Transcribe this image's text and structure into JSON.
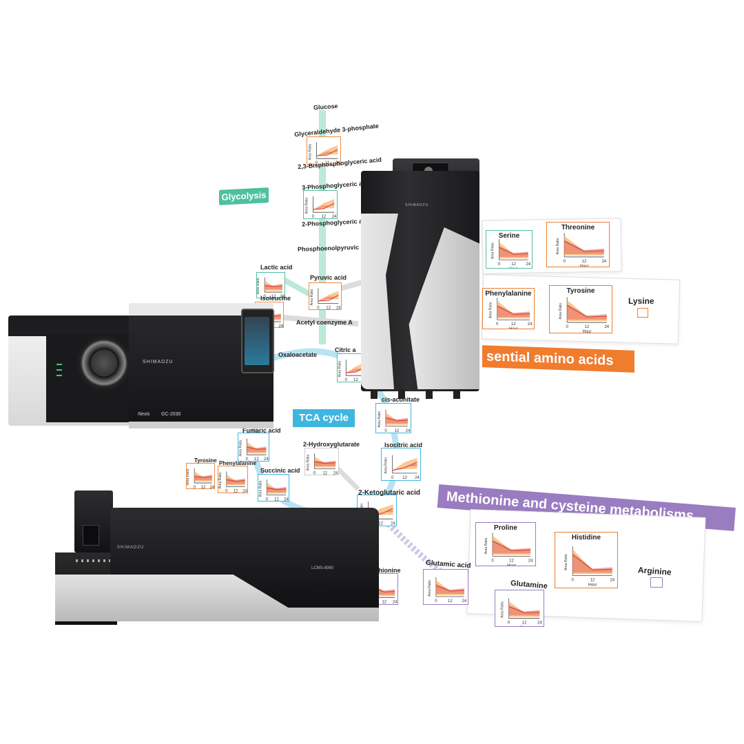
{
  "banners": {
    "glycolysis": "Glycolysis",
    "tca": "TCA cycle",
    "essential": "sential amino acids",
    "methionine": "Methionine and cysteine metabolisms"
  },
  "pathway_labels": {
    "glucose": "Glucose",
    "g3p": "Glyceraldehyde 3-phosphate",
    "bpg": "2,3-Bisphosphoglyceric acid",
    "pg3": "3-Phosphoglyceric acid",
    "pg2": "2-Phosphoglyceric acid",
    "pep": "Phosphoenolpyruvic acid",
    "lactic": "Lactic acid",
    "isoleucine": "Isoleucine",
    "pyruvic": "Pyruvic acid",
    "acetyl": "Acetyl coenzyme A",
    "oxaloacetate": "Oxaloacetate",
    "citric": "Citric a",
    "cisaconitate": "cis-aconitate",
    "fumaric": "Fumaric acid",
    "tyrosine_small": "Tyrosine",
    "phenylalanine_small": "Phenylalanine",
    "succinic": "Succinic acid",
    "hydroxyglutarate": "2-Hydroxyglutarate",
    "isocitric": "Isocitric acid",
    "ketoglutaric": "2-Ketoglutaric acid",
    "methionine": "Methionine",
    "glutamic": "Glutamic acid",
    "glutamine": "Glutamine"
  },
  "plots": {
    "serine": "Serine",
    "threonine": "Threonine",
    "phenylalanine": "Phenylalanine",
    "tyrosine": "Tyrosine",
    "lysine": "Lysine",
    "proline": "Proline",
    "histidine": "Histidine",
    "arginine": "Arginine"
  },
  "axis": {
    "ylabel": "Area Ratio",
    "xlabel": "Hour",
    "xticks": [
      "0",
      "12",
      "24"
    ]
  },
  "instruments": {
    "gc_brand": "SHIMADZU",
    "gc_model": "GC-2030",
    "gc_series": "Nexis",
    "lc_brand": "SHIMADZU",
    "lc_model": "LCMS-8060",
    "tower_brand": "SHIMADZU"
  },
  "colors": {
    "glycolysis": "#4fbf9f",
    "tca": "#3fb6e0",
    "essential": "#f07c2e",
    "methionine": "#9a7cc0",
    "area_orange": "#f9b067",
    "area_red": "#e36a5c",
    "line_red": "#d84b3c"
  }
}
